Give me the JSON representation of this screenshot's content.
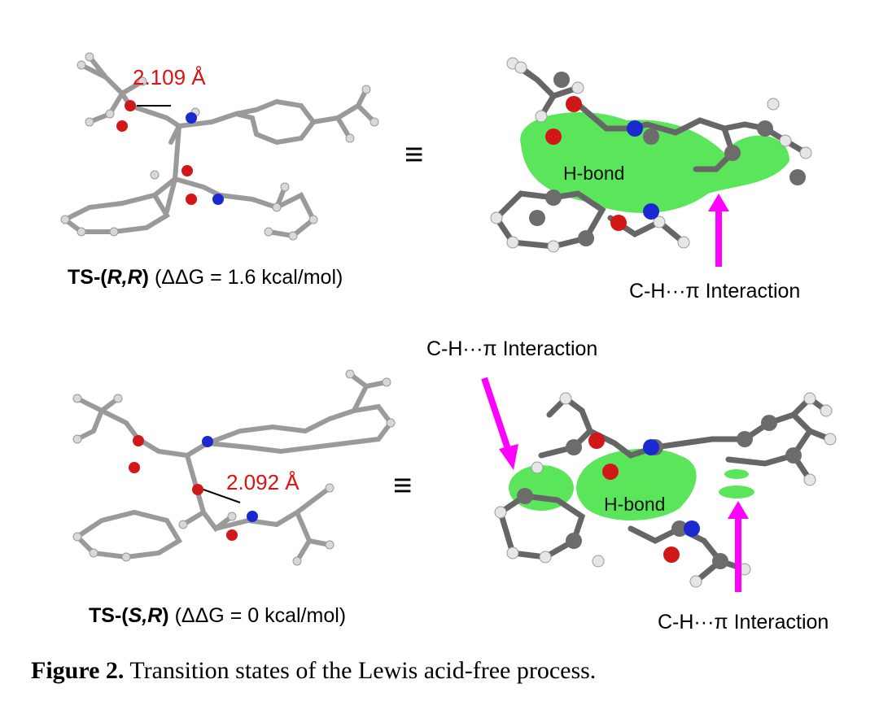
{
  "panels": {
    "top_left": {
      "distance": "2.109 Å",
      "label_prefix": "TS-(",
      "label_config": "R,R",
      "label_suffix": ")",
      "energy": "(ΔΔG = 1.6 kcal/mol)"
    },
    "top_right": {
      "hbond_label": "H-bond",
      "interaction_label": "C-H···π Interaction"
    },
    "bottom_left": {
      "distance": "2.092 Å",
      "label_prefix": "TS-(",
      "label_config": "S,R",
      "label_suffix": ")",
      "energy": "(ΔΔG = 0 kcal/mol)"
    },
    "bottom_right": {
      "hbond_label": "H-bond",
      "interaction_label_top": "C-H···π Interaction",
      "interaction_label_bottom": "C-H···π Interaction"
    }
  },
  "equivalence_symbol": "≡",
  "caption": {
    "label": "Figure 2.",
    "text": "Transition states of the Lewis acid-free process."
  },
  "colors": {
    "carbon": "#7a7a7a",
    "oxygen": "#d01818",
    "nitrogen": "#1a2ad0",
    "hydrogen": "#e8e8e8",
    "isosurface": "#3ee03e",
    "arrow": "#ff00ff",
    "distance_text": "#e01010"
  }
}
